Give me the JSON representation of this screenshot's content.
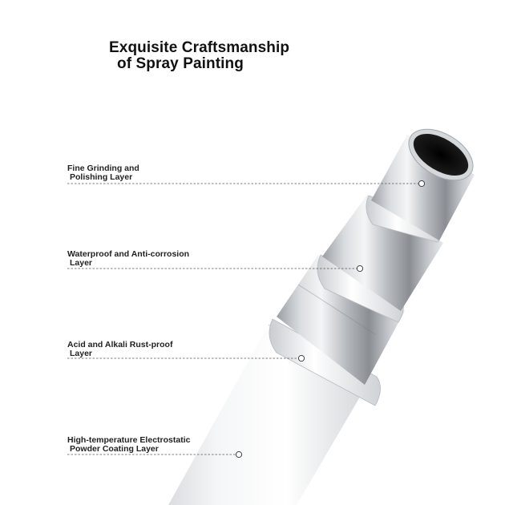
{
  "title": {
    "line1": "Exquisite Craftsmanship",
    "line2": "of Spray Painting"
  },
  "layers": [
    {
      "line1": "Fine Grinding and",
      "line2": "Polishing Layer"
    },
    {
      "line1": "Waterproof and Anti-corrosion",
      "line2": "Layer"
    },
    {
      "line1": "Acid and Alkali Rust-proof",
      "line2": "Layer"
    },
    {
      "line1": "High-temperature Electrostatic",
      "line2": "Powder Coating Layer"
    }
  ],
  "colors": {
    "title_text": "#111111",
    "label_text": "#222222",
    "leader_line": "#555555",
    "coating_white": "#f0f1f3",
    "steel_light": "#eef0f2",
    "steel_dark": "#8e9297"
  }
}
